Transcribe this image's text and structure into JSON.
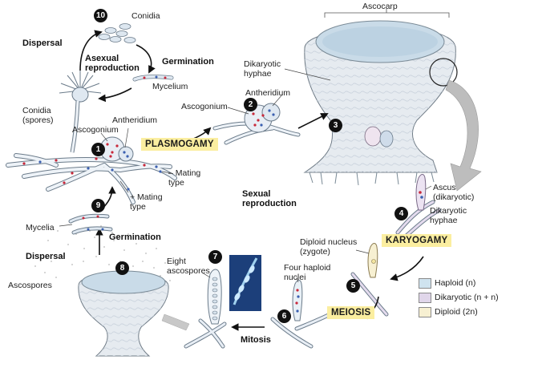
{
  "labels": {
    "conidia": "Conidia",
    "dispersal_top": "Dispersal",
    "asexual": "Asexual\nreproduction",
    "germination_top": "Germination",
    "mycelium": "Mycelium",
    "conidia_spores": "Conidia\n(spores)",
    "ascogonium_left": "Ascogonium",
    "antheridium_left": "Antheridium",
    "minus_mating": "– Mating\ntype",
    "plus_mating": "+ Mating\ntype",
    "ascogonium_mid": "Ascogonium",
    "antheridium_mid": "Antheridium",
    "dikaryotic_hyphae_top": "Dikaryotic\nhyphae",
    "ascocarp": "Ascocarp",
    "sexual": "Sexual\nreproduction",
    "ascus": "Ascus\n(dikaryotic)",
    "dikaryotic_hyphae_right": "Dikaryotic\nhyphae",
    "diploid_nucleus": "Diploid nucleus\n(zygote)",
    "four_haploid": "Four haploid\nnuclei",
    "eight_ascospores": "Eight\nascospores",
    "mitosis": "Mitosis",
    "mycelia": "Mycelia",
    "germination_bottom": "Germination",
    "dispersal_bottom": "Dispersal",
    "ascospores": "Ascospores"
  },
  "stages": {
    "plasmogamy": "PLASMOGAMY",
    "karyogamy": "KARYOGAMY",
    "meiosis": "MEIOSIS"
  },
  "steps": [
    "1",
    "2",
    "3",
    "4",
    "5",
    "6",
    "7",
    "8",
    "9",
    "10"
  ],
  "legend": [
    {
      "label": "Haploid (n)",
      "color": "#cfe3ef"
    },
    {
      "label": "Dikaryotic (n + n)",
      "color": "#e0d6ea"
    },
    {
      "label": "Diploid (2n)",
      "color": "#f7f0d2"
    }
  ],
  "colors": {
    "highlight": "#fbeea0",
    "nucleus_red": "#c8283a",
    "nucleus_blue": "#3a5fb0",
    "hypha": "#e8eef5",
    "arrow": "#111111"
  }
}
